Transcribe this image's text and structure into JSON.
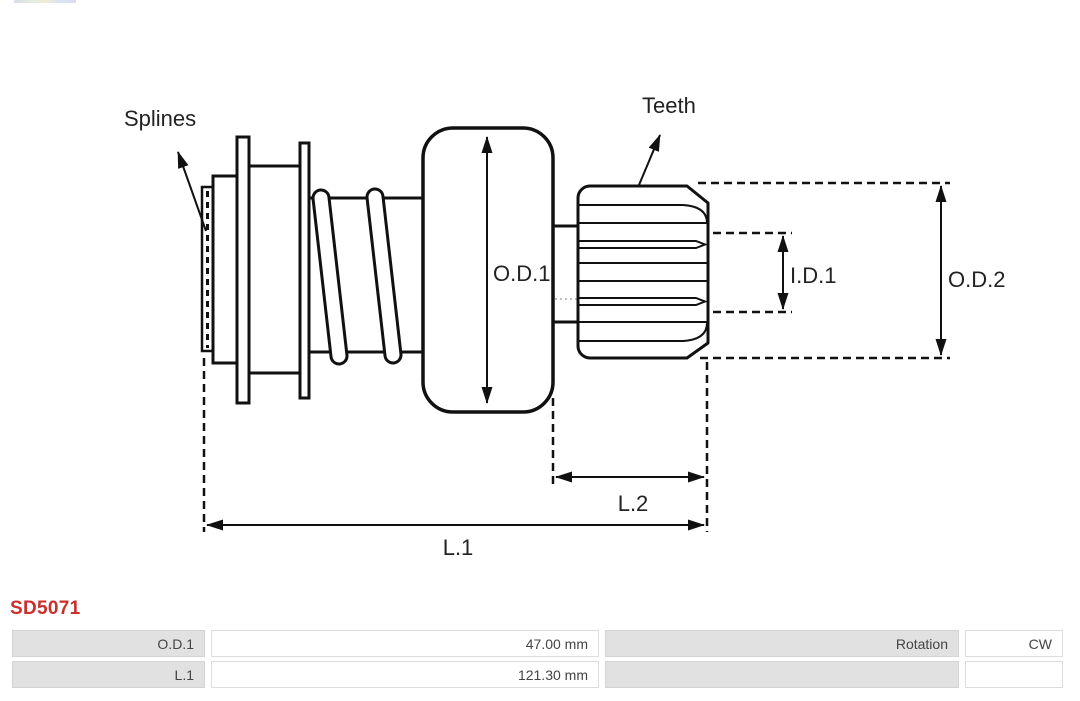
{
  "part": {
    "code": "SD5071"
  },
  "colors": {
    "part_code": "#c9302c",
    "drawing_line": "#111111",
    "table_label_bg": "#e1e1e1"
  },
  "diagram": {
    "labels": {
      "splines": "Splines",
      "teeth": "Teeth",
      "od1": "O.D.1",
      "id1": "I.D.1",
      "od2": "O.D.2",
      "l2": "L.2",
      "l1": "L.1"
    }
  },
  "spec_table": {
    "rows": [
      {
        "param1": "O.D.1",
        "value1": "47.00 mm",
        "param2": "Rotation",
        "value2": "CW"
      },
      {
        "param1": "L.1",
        "value1": "121.30 mm",
        "param2": "",
        "value2": ""
      }
    ]
  }
}
